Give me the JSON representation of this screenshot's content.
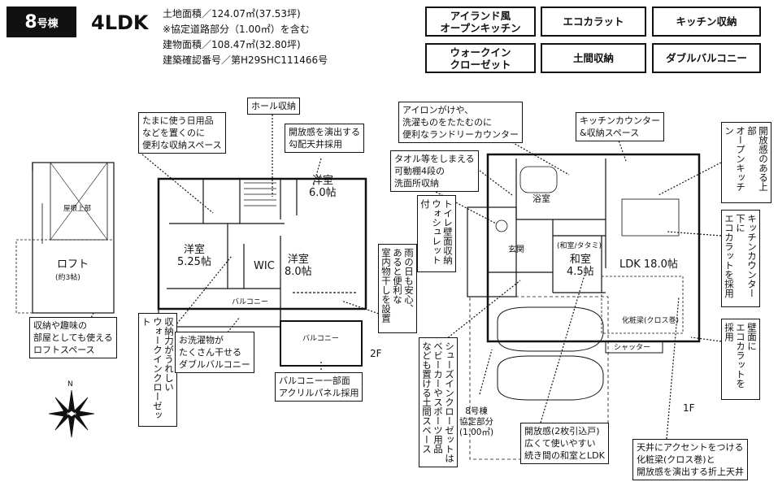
{
  "header": {
    "unit_num": "8",
    "unit_suffix": "号棟",
    "layout": "4LDK",
    "specs": [
      "土地面積／124.07㎡(37.53坪)",
      "※協定道路部分（1.00㎡）を含む",
      "建物面積／108.47㎡(32.80坪)",
      "建築確認番号／第H29SHC111466号"
    ]
  },
  "features": [
    "アイランド風\nオープンキッチン",
    "エコカラット",
    "キッチン収納",
    "ウォークイン\nクローゼット",
    "土間収納",
    "ダブルバルコニー"
  ],
  "callouts": {
    "daily": "たまに使う日用品\nなどを置くのに\n便利な収納スペース",
    "hall": "ホール収納",
    "ceiling2f": "開放感を演出する\n勾配天井採用",
    "iron": "アイロンがけや、\n洗濯ものをたたむのに\n便利なランドリーカウンター",
    "counter": "キッチンカウンター\n&収納スペース",
    "towel": "タオル等をしまえる\n可動棚4段の\n洗面所収納",
    "toilet": "トイレ壁面収納\nウォシュレット付",
    "rain": "雨の日も安心、\nあると便利な\n室内物干しを設置",
    "shoes": "シューズインクローゼットは\nベビーカーやスポーツ用品\nなども置ける土間スペース",
    "loft": "収納や趣味の\n部屋としても使える\nロフトスペース",
    "wic": "収納力がうれしい\nウォークインクローゼット",
    "laundry": "お洗濯物が\nたくさん干せる\nダブルバルコニー",
    "acrylic": "バルコニー一部面\nアクリルパネル採用",
    "private": "8号棟\n協定部分\n(1.00㎡)",
    "door": "開放感(2枚引込戸)\n広くて使いやすい\n続き間の和室とLDK",
    "beam": "天井にアクセントをつける\n化粧梁(クロス巻)と\n開放感を演出する折上天井",
    "open_kitchen": "開放感のある上部\nオープンキッチン",
    "eco_kitchen": "キッチンカウンター下に\nエコカラットを採用",
    "eco_wall": "壁面に\nエコカラットを採用"
  },
  "rooms": {
    "loft": "ロフト",
    "loft_sub": "(約3帖)",
    "western1": "洋室\n5.25帖",
    "western2": "洋室\n6.0帖",
    "western3": "洋室\n8.0帖",
    "wic": "WIC",
    "balcony1": "バルコニー",
    "balcony2": "バルコニー",
    "bath": "浴室",
    "genkan": "玄関",
    "washitsu": "和室\n4.5帖",
    "ldk": "LDK 18.0帖",
    "stockroom": "(和室/タタミ)",
    "shutter": "シャッター",
    "kesho": "化粧梁(クロス巻)",
    "yane": "屋根上部"
  },
  "floors": {
    "second": "2F",
    "first": "1F"
  }
}
